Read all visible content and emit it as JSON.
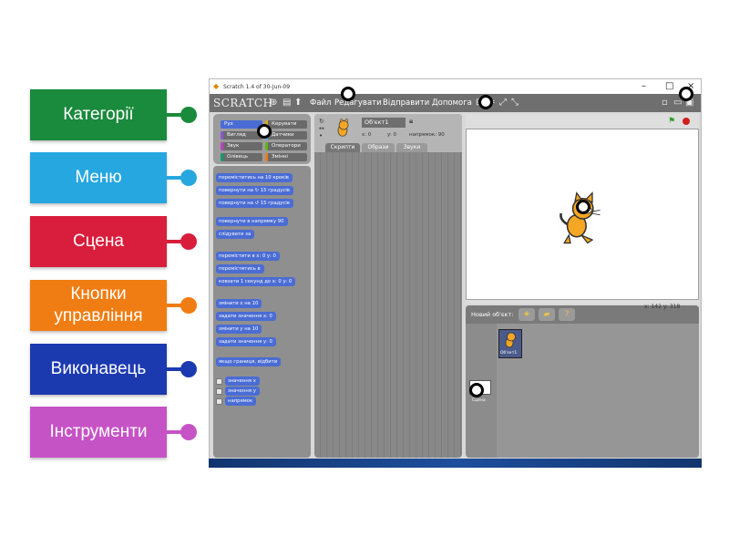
{
  "labels": [
    {
      "text": "Категорії",
      "color": "#1a8a3d"
    },
    {
      "text": "Меню",
      "color": "#27a7e0"
    },
    {
      "text": "Сцена",
      "color": "#d81e3c"
    },
    {
      "text": "Кнопки управління",
      "color": "#f07d13"
    },
    {
      "text": "Виконавець",
      "color": "#1c3ab0"
    },
    {
      "text": "Інструменти",
      "color": "#c653c6"
    }
  ],
  "window": {
    "title": "Scratch 1.4 of 30-Jun-09",
    "minimize": "–",
    "maximize": "□",
    "close": "×"
  },
  "menu": {
    "logo": "SCRATCH",
    "items": [
      "Файл",
      "Редагувати",
      "Відправити",
      "Допомога"
    ]
  },
  "categories": [
    {
      "label": "Рух",
      "color": "#4a6cd4"
    },
    {
      "label": "Керувати",
      "color": "#e1a91a"
    },
    {
      "label": "Вигляд",
      "color": "#8a55d7"
    },
    {
      "label": "Датчики",
      "color": "#2ca5e2"
    },
    {
      "label": "Звук",
      "color": "#bb42c3"
    },
    {
      "label": "Оператори",
      "color": "#5cb712"
    },
    {
      "label": "Олівець",
      "color": "#0e9a6c"
    },
    {
      "label": "Змінні",
      "color": "#ee7d16"
    }
  ],
  "blocks": [
    "переміститись на 10 кроків",
    "повернути на ↻ 15 градусів",
    "повернути на ↺ 15 градусів",
    "повернути в напрямку 90",
    "слідувати за",
    "перемістити в х: 0 у: 0",
    "переміститись в",
    "ковзати 1 секунд до х: 0 у: 0",
    "змінити х на 10",
    "задати значення х: 0",
    "змінити у на 10",
    "задати значення у: 0",
    "якщо границя, відбити"
  ],
  "checkboxes": [
    "значення x",
    "значення у",
    "напрямок"
  ],
  "sprite": {
    "name": "Об'єкт1",
    "x_label": "x: 0",
    "y_label": "y: 0",
    "direction_label": "напрямок: 90",
    "tabs": [
      "Скрипти",
      "Образи",
      "Звуки"
    ]
  },
  "stage": {
    "coords": "x: 142   y: 318"
  },
  "sprite_list": {
    "new_sprite_label": "Новий об'єкт:",
    "sprite_thumb_label": "Об'єкт1",
    "stage_thumb_label": "Сцена"
  }
}
